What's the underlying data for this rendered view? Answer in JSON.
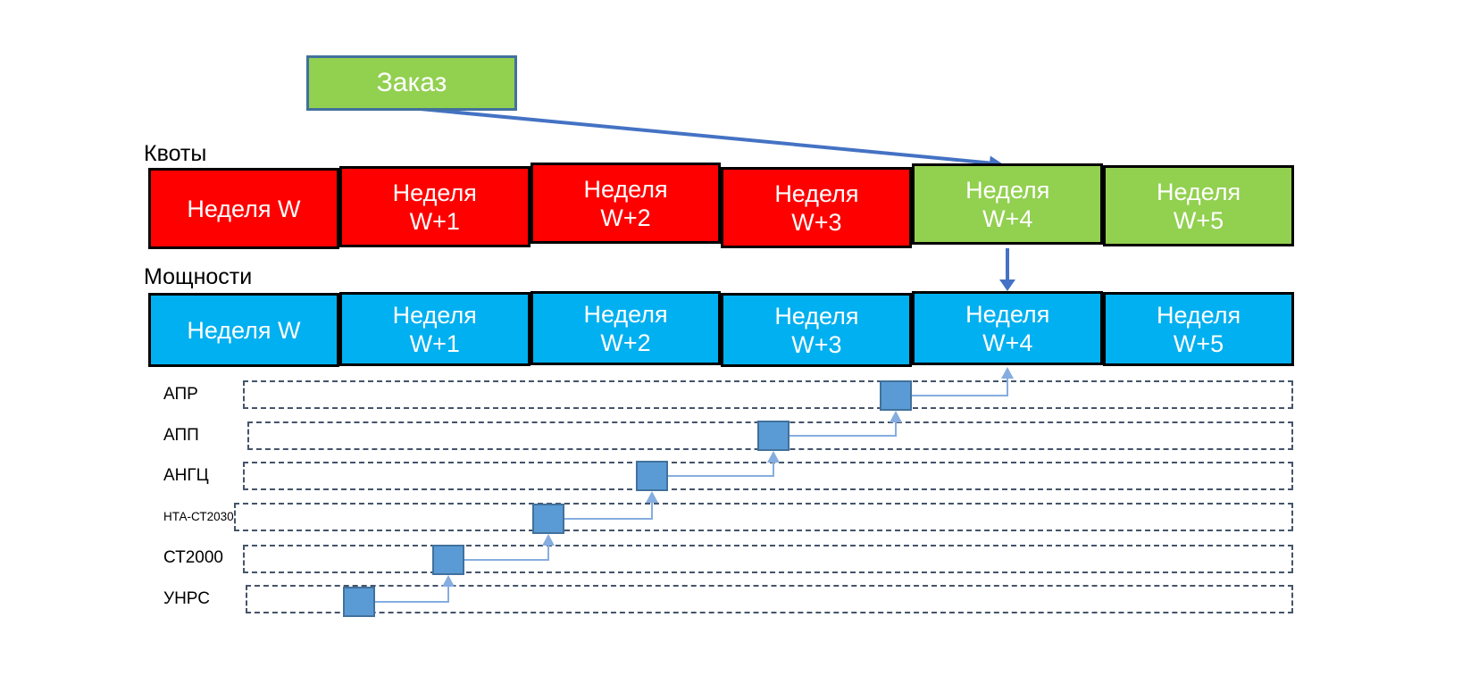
{
  "order": {
    "label": "Заказ"
  },
  "quota_row": {
    "title": "Квоты",
    "cells": [
      {
        "line1": "Неделя W",
        "line2": "",
        "state": "red"
      },
      {
        "line1": "Неделя",
        "line2": "W+1",
        "state": "red"
      },
      {
        "line1": "Неделя",
        "line2": "W+2",
        "state": "red"
      },
      {
        "line1": "Неделя",
        "line2": "W+3",
        "state": "red"
      },
      {
        "line1": "Неделя",
        "line2": "W+4",
        "state": "green"
      },
      {
        "line1": "Неделя",
        "line2": "W+5",
        "state": "green"
      }
    ]
  },
  "capacity_row": {
    "title": "Мощности",
    "cells": [
      {
        "line1": "Неделя W",
        "line2": "",
        "state": "blue"
      },
      {
        "line1": "Неделя",
        "line2": "W+1",
        "state": "blue"
      },
      {
        "line1": "Неделя",
        "line2": "W+2",
        "state": "blue"
      },
      {
        "line1": "Неделя",
        "line2": "W+3",
        "state": "blue"
      },
      {
        "line1": "Неделя",
        "line2": "W+4",
        "state": "blue"
      },
      {
        "line1": "Неделя",
        "line2": "W+5",
        "state": "blue"
      }
    ]
  },
  "process_rows": [
    {
      "label": "АПР"
    },
    {
      "label": "АПП"
    },
    {
      "label": "АНГЦ"
    },
    {
      "label": "НТА-СТ2030"
    },
    {
      "label": "СТ2000"
    },
    {
      "label": "УНРС"
    }
  ],
  "colors": {
    "quota-closed": "#FF0000",
    "quota-open": "#92D050",
    "capacity": "#00B0F0",
    "order-fill": "#92D050",
    "order-border": "#41719C",
    "flow-arrow": "#4472C4",
    "block-fill": "#5B9BD5",
    "block-border": "#41719C",
    "connector": "#85ADDF",
    "dash": "#44546A",
    "cell-border": "#000000"
  }
}
